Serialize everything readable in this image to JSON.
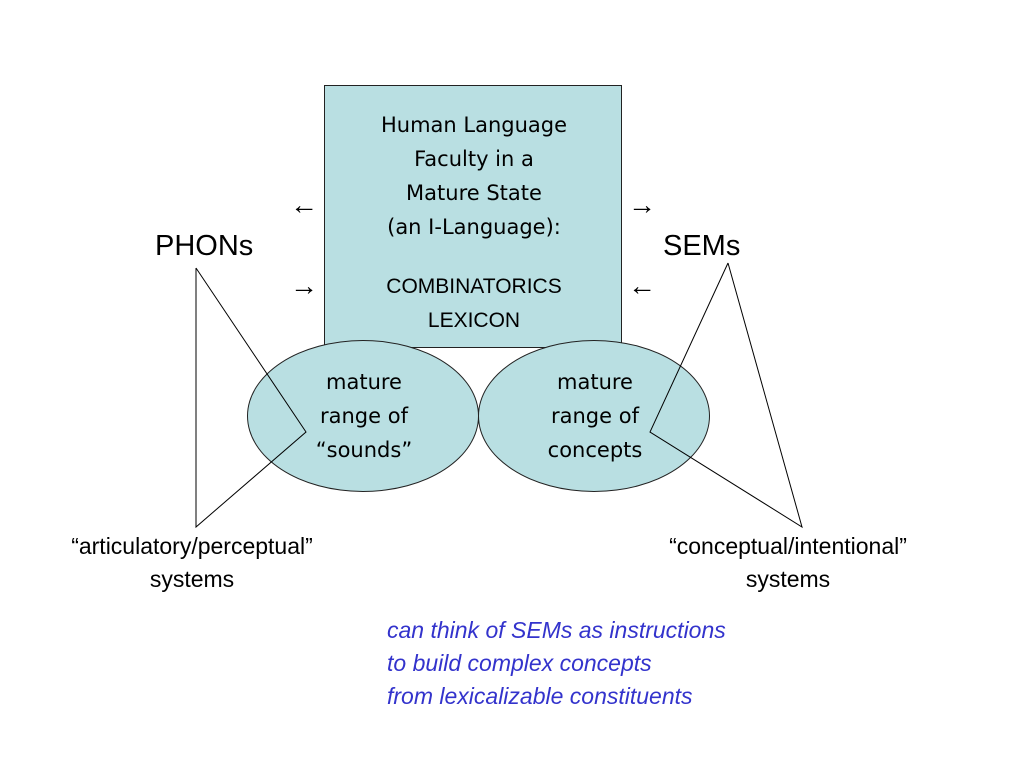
{
  "box": {
    "title_lines": [
      "Human Language",
      "Faculty in a",
      "Mature State",
      "(an I-Language):"
    ],
    "components": [
      "COMBINATORICS",
      "LEXICON"
    ]
  },
  "ellipses": {
    "left_lines": [
      "mature",
      "range of",
      "“sounds”"
    ],
    "right_lines": [
      "mature",
      "range of",
      "concepts"
    ]
  },
  "labels": {
    "phons": "PHONs",
    "sems": "SEMs",
    "left_system_line1": "“articulatory/perceptual”",
    "left_system_line2": "systems",
    "right_system_line1": "“conceptual/intentional”",
    "right_system_line2": "systems"
  },
  "arrows": {
    "left_out": "←",
    "left_in": "→",
    "right_out": "→",
    "right_in": "←"
  },
  "note_lines": [
    "can think of SEMs as instructions",
    "to build complex concepts",
    "from lexicalizable constituents"
  ],
  "colors": {
    "box_fill": "#b9dfe2",
    "note_text": "#3333cc"
  }
}
